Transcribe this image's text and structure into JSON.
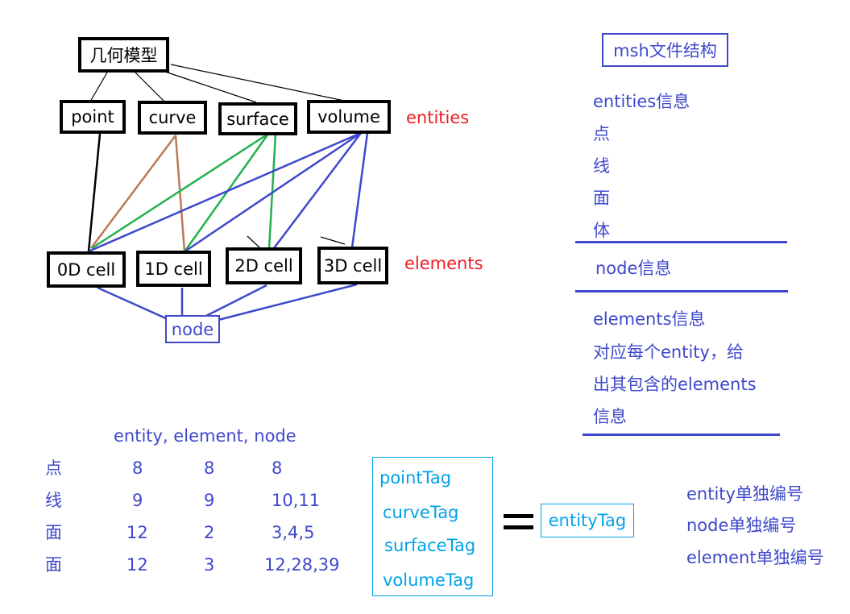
{
  "colors": {
    "black": "#000000",
    "brown": "#b97a57",
    "green": "#22b14c",
    "blue": "#3f48cc",
    "red": "#ed1c24",
    "cyan": "#00a2e8"
  },
  "diagram": {
    "root": "几何模型",
    "entities": [
      "point",
      "curve",
      "surface",
      "volume"
    ],
    "entities_label": "entities",
    "elements": [
      "0D cell",
      "1D cell",
      "2D cell",
      "3D cell"
    ],
    "elements_label": "elements",
    "node": "node"
  },
  "msh_structure": {
    "title": "msh文件结构",
    "entities_section": [
      "entities信息",
      "点",
      "线",
      "面",
      "体"
    ],
    "node_section": "node信息",
    "elements_section": [
      "elements信息",
      "对应每个entity，给",
      "出其包含的elements",
      "信息"
    ]
  },
  "table": {
    "header": "entity, element, node",
    "rows": [
      {
        "label": "点",
        "entity": "8",
        "element": "8",
        "node": "8"
      },
      {
        "label": "线",
        "entity": "9",
        "element": "9",
        "node": "10,11"
      },
      {
        "label": "面",
        "entity": "12",
        "element": "2",
        "node": "3,4,5"
      },
      {
        "label": "面",
        "entity": "12",
        "element": "3",
        "node": "12,28,39"
      }
    ]
  },
  "tags": {
    "list": [
      "pointTag",
      "curveTag",
      "surfaceTag",
      "volumeTag"
    ],
    "equals": "=",
    "result": "entityTag"
  },
  "numbering": [
    "entity单独编号",
    "node单独编号",
    "element单独编号"
  ]
}
